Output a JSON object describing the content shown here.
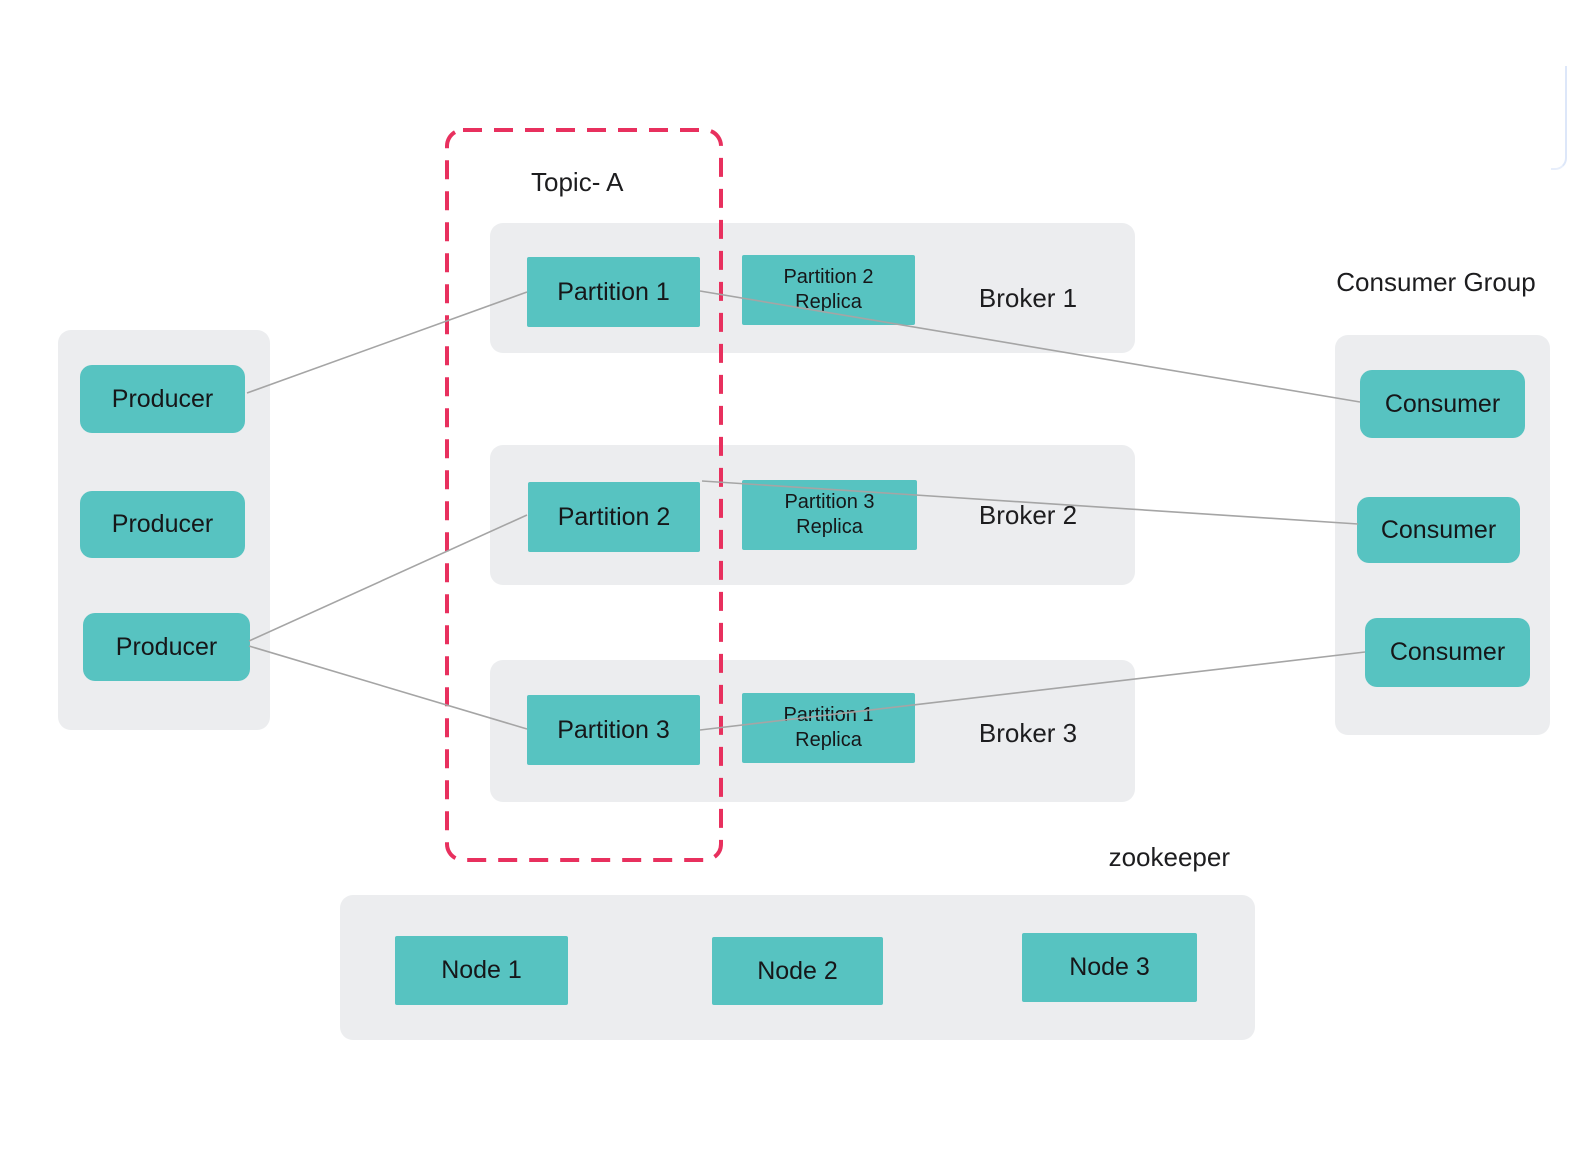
{
  "topic": {
    "label": "Topic- A"
  },
  "producers": {
    "items": [
      "Producer",
      "Producer",
      "Producer"
    ]
  },
  "brokers": [
    {
      "label": "Broker 1",
      "partition": "Partition 1",
      "replica_line1": "Partition 2",
      "replica_line2": "Replica"
    },
    {
      "label": "Broker 2",
      "partition": "Partition 2",
      "replica_line1": "Partition 3",
      "replica_line2": "Replica"
    },
    {
      "label": "Broker 3",
      "partition": "Partition 3",
      "replica_line1": "Partition 1",
      "replica_line2": "Replica"
    }
  ],
  "consumer_group": {
    "label": "Consumer Group",
    "items": [
      "Consumer",
      "Consumer",
      "Consumer"
    ]
  },
  "zookeeper": {
    "label": "zookeeper",
    "nodes": [
      "Node 1",
      "Node 2",
      "Node 3"
    ]
  },
  "colors": {
    "node_fill": "#57c3c1",
    "container_fill": "#ecedef",
    "topic_border": "#e8305e",
    "connector": "#a5a5a5"
  }
}
